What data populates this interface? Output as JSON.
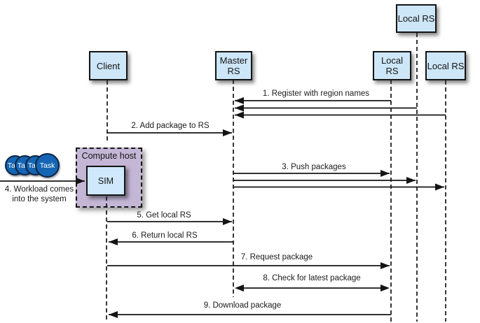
{
  "diagram": {
    "type": "sequence-diagram",
    "entities": [
      {
        "id": "local-rs-top",
        "label": "Local RS"
      },
      {
        "id": "client",
        "label": "Client"
      },
      {
        "id": "master-rs",
        "label": "Master RS"
      },
      {
        "id": "local-rs-mid",
        "label": "Local RS"
      },
      {
        "id": "local-rs-right",
        "label": "Local RS"
      }
    ],
    "messages": [
      {
        "label": "1. Register with region names",
        "from": "Local RS (all)",
        "to": "Master RS"
      },
      {
        "label": "2. Add package to RS",
        "from": "Client",
        "to": "Master RS"
      },
      {
        "label": "3. Push packages",
        "from": "Master RS",
        "to": "Local RS (all)"
      },
      {
        "label": "4. Workload comes into the system",
        "from": "Task queue",
        "to": "Compute host"
      },
      {
        "label": "5. Get local RS",
        "from": "Client",
        "to": "Master RS"
      },
      {
        "label": "6. Return local RS",
        "from": "Master RS",
        "to": "Client"
      },
      {
        "label": "7. Request package",
        "from": "Client",
        "to": "Local RS"
      },
      {
        "label": "8. Check for latest package",
        "from": "Master RS",
        "to": "Local RS",
        "bidirectional": true
      },
      {
        "label": "9. Download package",
        "from": "Local RS",
        "to": "Client"
      }
    ],
    "compute_host": {
      "label": "Compute host",
      "sim_label": "SIM"
    },
    "task_queue": {
      "task_label": "Task",
      "count": 4
    },
    "colors": {
      "entity_fill": "#cde6f8",
      "host_fill": "#c4b7d6",
      "sim_fill": "#cfe8fb",
      "task_fill": "#1465b3",
      "line": "#141414"
    }
  }
}
